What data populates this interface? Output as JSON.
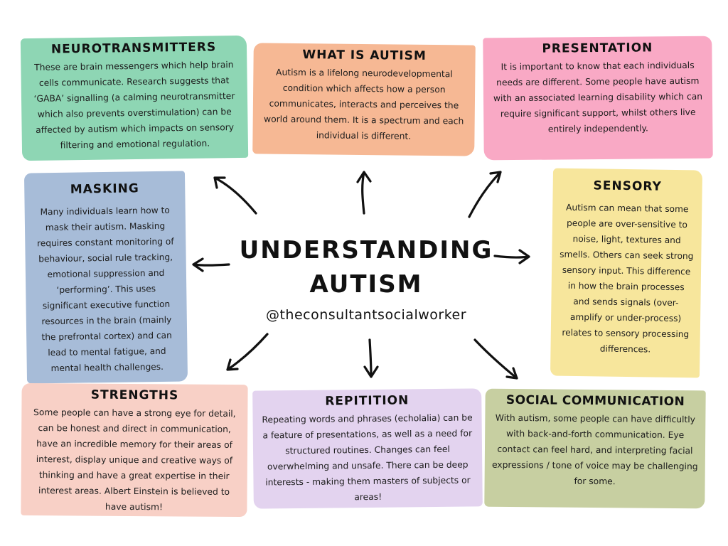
{
  "center": {
    "title_line1": "UNDERSTANDING",
    "title_line2": "AUTISM",
    "handle": "@theconsultantsocialworker"
  },
  "cards": {
    "neurotransmitters": {
      "title": "NEUROTRANSMITTERS",
      "text": "These are brain messengers which help brain cells communicate. Research suggests that ‘GABA’ signalling (a calming neurotransmitter which also prevents overstimulation) can be affected by autism which impacts on sensory filtering and emotional regulation.",
      "color": "#8ed6b4"
    },
    "what_is_autism": {
      "title": "WHAT IS AUTISM",
      "text": "Autism is a lifelong neurodevelopmental condition which affects how a person communicates, interacts and perceives the world around them. It is a spectrum and each individual is different.",
      "color": "#f6b894"
    },
    "presentation": {
      "title": "PRESENTATION",
      "text": "It is important to know that each individuals needs are different. Some people have autism with an associated learning disability which can require significant support, whilst others live entirely independently.",
      "color": "#f9a9c5"
    },
    "masking": {
      "title": "MASKING",
      "text": "Many individuals learn how to mask their autism. Masking requires constant monitoring of behaviour, social rule tracking, emotional suppression and ‘performing’. This uses significant executive function resources in the brain (mainly the prefrontal cortex) and can lead to mental fatigue, and mental health challenges.",
      "color": "#a7bcd8"
    },
    "sensory": {
      "title": "SENSORY",
      "text": "Autism can mean that some people are over-sensitive to noise, light, textures and smells. Others can seek strong sensory input. This difference in how the brain processes and sends signals (over-amplify or under-process) relates to sensory processing differences.",
      "color": "#f7e69c"
    },
    "strengths": {
      "title": "STRENGTHS",
      "text": "Some people can have a strong eye for detail, can be honest and direct in communication, have an incredible memory for their areas of interest, display unique and creative ways of thinking and have a great expertise in their interest areas. Albert Einstein is believed to have autism!",
      "color": "#f8d0c6"
    },
    "repitition": {
      "title": "REPITITION",
      "text": "Repeating words and phrases (echolalia) can be a feature of presentations, as well as a need for structured routines. Changes can feel overwhelming and unsafe. There can be deep interests - making them masters of subjects or areas!",
      "color": "#e3d3ef"
    },
    "social_communication": {
      "title": "SOCIAL COMMUNICATION",
      "text": "With autism, some people can have difficultly with back-and-forth communication. Eye contact can feel hard, and interpreting facial expressions / tone of voice may be challenging for some.",
      "color": "#c7cfa1"
    }
  }
}
